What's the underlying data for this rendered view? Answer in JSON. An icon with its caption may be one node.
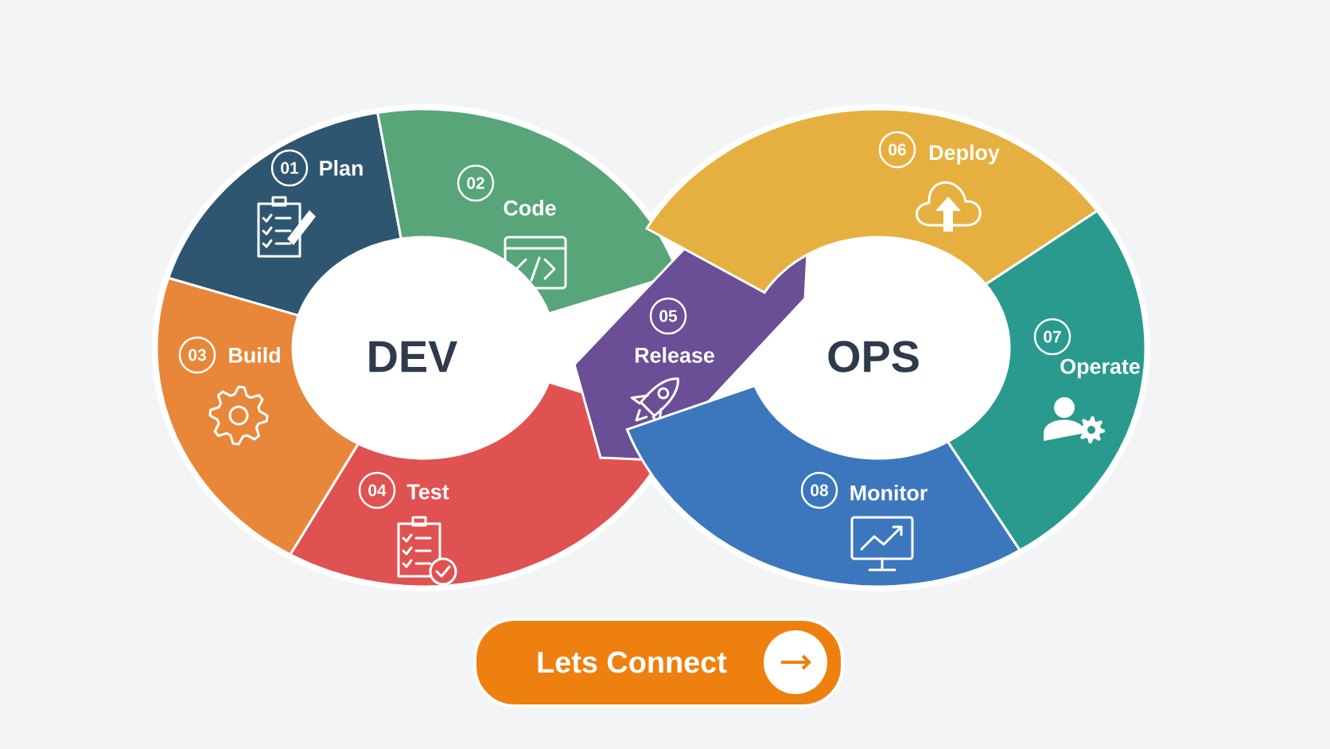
{
  "diagram": {
    "nodes": [
      {
        "text": [
          "01",
          "Plan"
        ]
      },
      {
        "text": [
          "02",
          "Code"
        ]
      },
      {
        "text": [
          "03",
          "Build"
        ]
      },
      {
        "text": [
          "04",
          "Test"
        ]
      },
      {
        "text": [
          "05",
          "Release"
        ]
      },
      {
        "text": [
          "06",
          "Deploy"
        ]
      },
      {
        "text": [
          "07",
          "Operate"
        ]
      },
      {
        "text": [
          "08",
          "Monitor"
        ]
      },
      {
        "text": [
          "Lets Connect"
        ]
      }
    ],
    "labels": [
      "DEV",
      "OPS"
    ]
  }
}
